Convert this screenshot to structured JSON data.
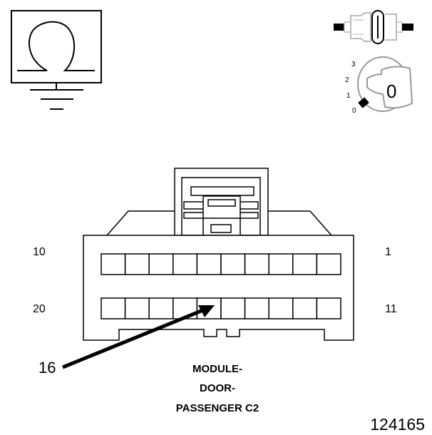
{
  "connector": {
    "pin_labels": {
      "top_left": "10",
      "top_right": "1",
      "bottom_left": "20",
      "bottom_right": "11"
    },
    "callout_pin": "16",
    "name_lines": [
      "MODULE-",
      "DOOR-",
      "PASSENGER C2"
    ],
    "top_row_cavities": 10,
    "bottom_row_cavities": 10
  },
  "ignition_key": {
    "scale_labels": [
      "3",
      "2",
      "1",
      "0"
    ],
    "key_label": "0"
  },
  "figure_id": "124165",
  "icons": [
    "ground-symbol-icon",
    "connector-view-icon",
    "ignition-switch-icon"
  ]
}
